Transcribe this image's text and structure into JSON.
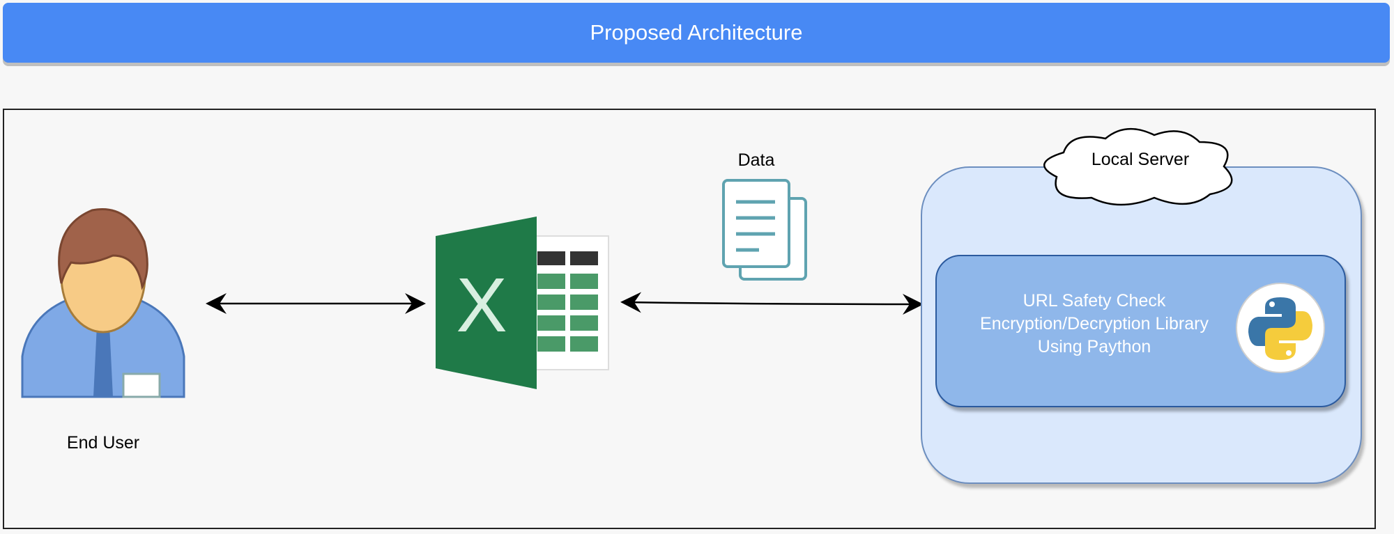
{
  "header": {
    "title": "Proposed Architecture"
  },
  "nodes": {
    "end_user": "End User",
    "data": "Data",
    "local_server": "Local Server",
    "server_lines": [
      "URL Safety Check",
      "Encryption/Decryption Library",
      "Using Paython"
    ]
  },
  "icons": {
    "user": "user-avatar-icon",
    "excel": "excel-icon",
    "document": "documents-icon",
    "python": "python-logo-icon"
  },
  "colors": {
    "header": "#4889f4",
    "server_bg": "#dae8fc",
    "inner_bg": "#8fb7ea"
  }
}
